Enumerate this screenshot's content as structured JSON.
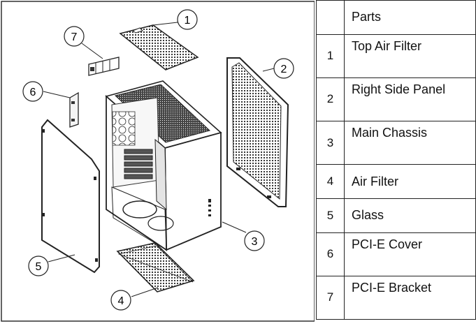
{
  "diagram": {
    "callouts": [
      "1",
      "2",
      "3",
      "4",
      "5",
      "6",
      "7"
    ]
  },
  "table": {
    "header": "Parts",
    "rows": [
      {
        "num": "1",
        "name": "Top Air Filter"
      },
      {
        "num": "2",
        "name": "Right Side Panel"
      },
      {
        "num": "3",
        "name": "Main Chassis"
      },
      {
        "num": "4",
        "name": "Air Filter"
      },
      {
        "num": "5",
        "name": "Glass"
      },
      {
        "num": "6",
        "name": "PCI-E Cover"
      },
      {
        "num": "7",
        "name": "PCI-E Bracket"
      }
    ]
  }
}
